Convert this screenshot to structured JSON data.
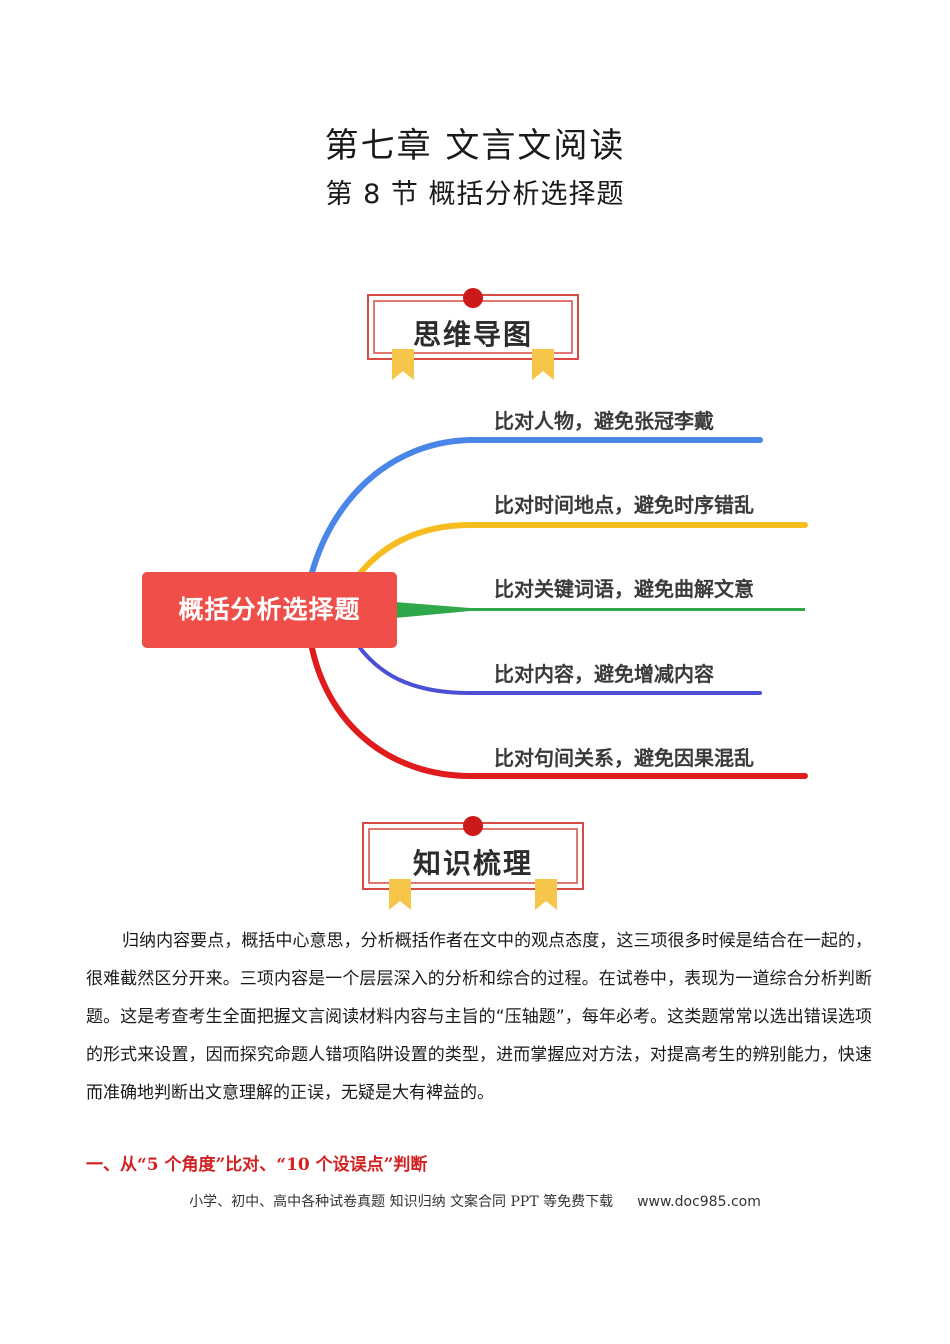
{
  "chapter_title": "第七章  文言文阅读",
  "section_title": "第 8 节  概括分析选择题",
  "banner_mindmap": "思维导图",
  "banner_knowledge": "知识梳理",
  "mindmap": {
    "root": "概括分析选择题",
    "branches": [
      {
        "label": "比对人物，避免张冠李戴",
        "color": "#4a86e8"
      },
      {
        "label": "比对时间地点，避免时序错乱",
        "color": "#f5bd1f"
      },
      {
        "label": "比对关键词语，避免曲解文意",
        "color": "#2ea84a"
      },
      {
        "label": "比对内容，避免增减内容",
        "color": "#4a4fd6"
      },
      {
        "label": "比对句间关系，避免因果混乱",
        "color": "#e01b1b"
      }
    ]
  },
  "intro_paragraph": "归纳内容要点，概括中心意思，分析概括作者在文中的观点态度，这三项很多时候是结合在一起的，很难截然区分开来。三项内容是一个层层深入的分析和综合的过程。在试卷中，表现为一道综合分析判断题。这是考查考生全面把握文言阅读材料内容与主旨的“压轴题”，每年必考。这类题常常以选出错误选项的形式来设置，因而探究命题人错项陷阱设置的类型，进而掌握应对方法，对提高考生的辨别能力，快速而准确地判断出文意理解的正误，无疑是大有裨益的。",
  "heading_1": "一、从“5 个角度”比对、“10 个设误点”判断",
  "footer": {
    "text": "小学、初中、高中各种试卷真题  知识归纳  文案合同  PPT 等免费下载",
    "site": "www.doc985.com"
  }
}
